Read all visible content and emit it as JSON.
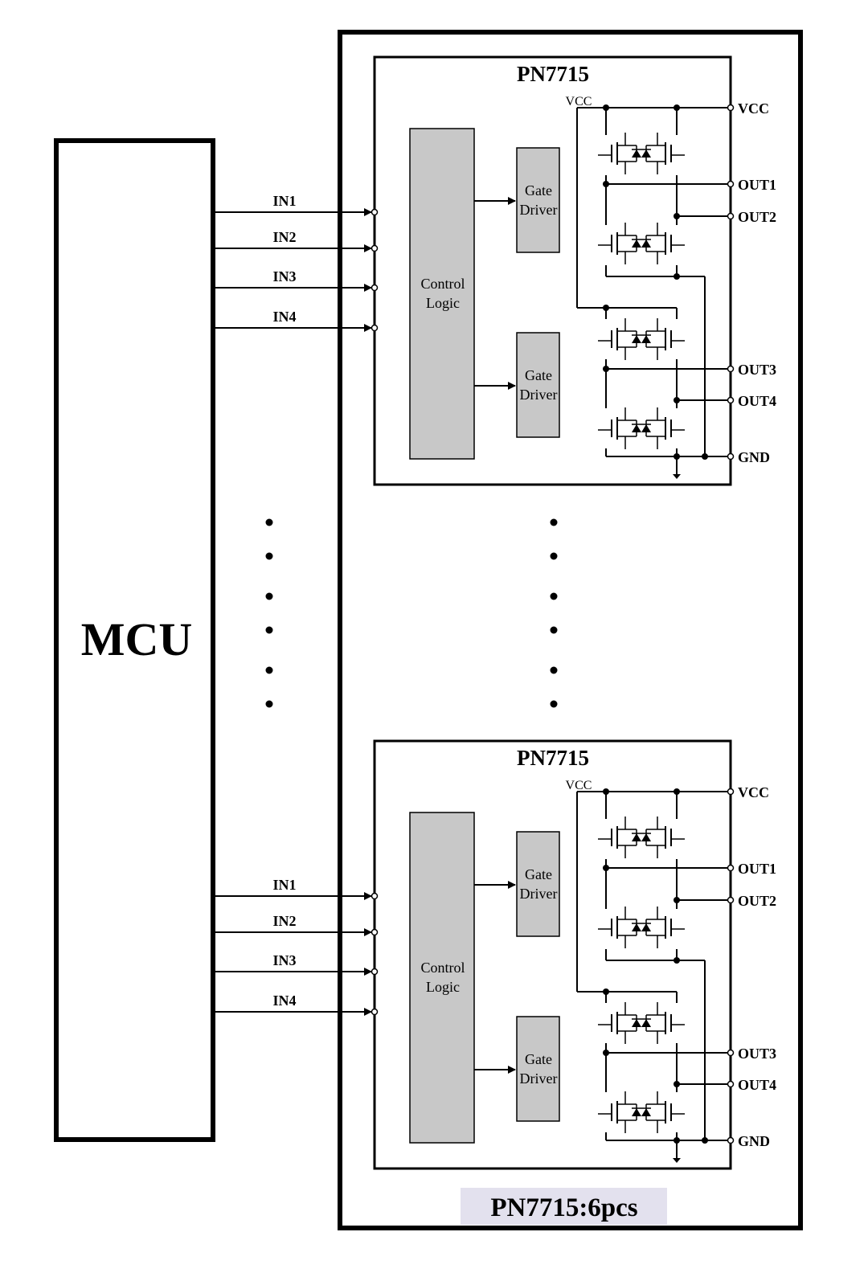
{
  "mcu": {
    "label": "MCU"
  },
  "chip": {
    "name": "PN7715",
    "vcc_internal": "VCC",
    "control_logic": [
      "Control",
      "Logic"
    ],
    "gate_driver": [
      "Gate",
      "Driver"
    ],
    "inputs": [
      "IN1",
      "IN2",
      "IN3",
      "IN4"
    ],
    "pins": {
      "vcc": "VCC",
      "out1": "OUT1",
      "out2": "OUT2",
      "out3": "OUT3",
      "out4": "OUT4",
      "gnd": "GND"
    }
  },
  "caption": "PN7715:6pcs",
  "colors": {
    "block_fill": "#c8c8c8",
    "caption_bg": "#e3e1ee",
    "line": "#000000"
  }
}
